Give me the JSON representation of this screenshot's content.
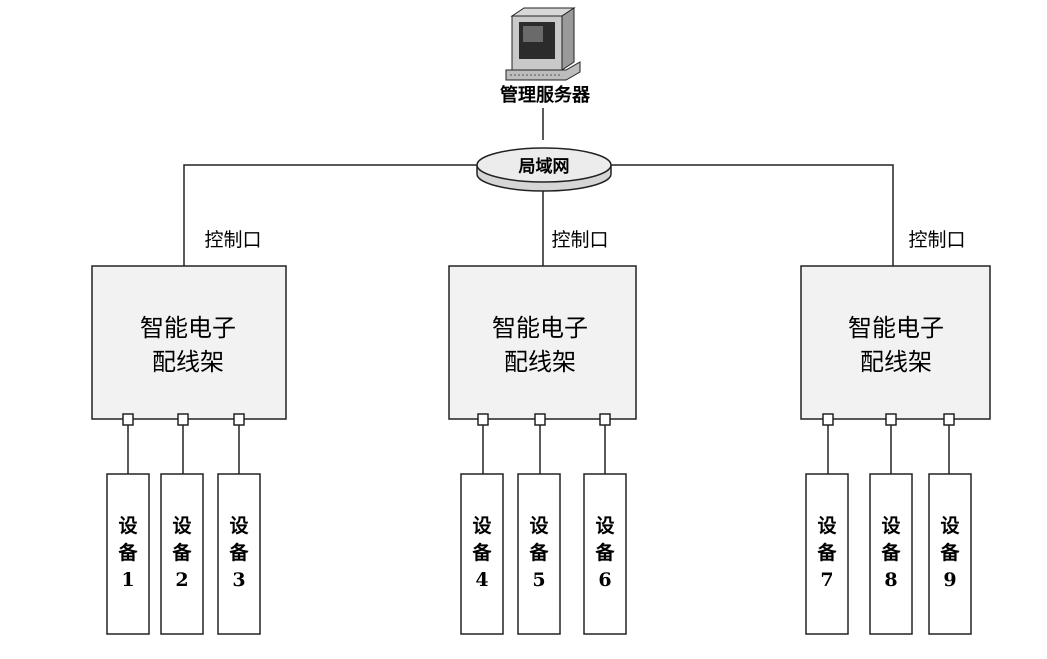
{
  "server": {
    "label": "管理服务器"
  },
  "network": {
    "label": "局域网"
  },
  "panels": [
    {
      "port_label": "控制口",
      "title_line1": "智能电子",
      "title_line2": "配线架",
      "devices": [
        {
          "line1": "设",
          "line2": "备",
          "num": "1"
        },
        {
          "line1": "设",
          "line2": "备",
          "num": "2"
        },
        {
          "line1": "设",
          "line2": "备",
          "num": "3"
        }
      ]
    },
    {
      "port_label": "控制口",
      "title_line1": "智能电子",
      "title_line2": "配线架",
      "devices": [
        {
          "line1": "设",
          "line2": "备",
          "num": "4"
        },
        {
          "line1": "设",
          "line2": "备",
          "num": "5"
        },
        {
          "line1": "设",
          "line2": "备",
          "num": "6"
        }
      ]
    },
    {
      "port_label": "控制口",
      "title_line1": "智能电子",
      "title_line2": "配线架",
      "devices": [
        {
          "line1": "设",
          "line2": "备",
          "num": "7"
        },
        {
          "line1": "设",
          "line2": "备",
          "num": "8"
        },
        {
          "line1": "设",
          "line2": "备",
          "num": "9"
        }
      ]
    }
  ],
  "colors": {
    "line": "#222222",
    "panel_fill": "#f2f2f2",
    "network_fill": "#e6e6e6",
    "monitor_body": "#c9c9c9",
    "screen": "#2b2b2b"
  }
}
